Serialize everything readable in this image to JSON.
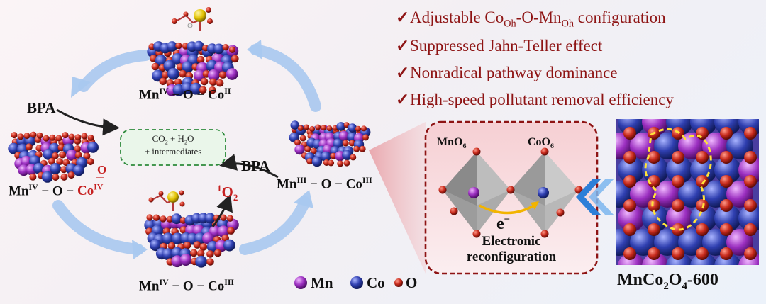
{
  "highlights": [
    {
      "prefix": "Adjustable Co",
      "sub1": "Oh",
      "mid": "-O-Mn",
      "sub2": "Oh",
      "suffix": " configuration"
    },
    {
      "text": "Suppressed Jahn-Teller effect"
    },
    {
      "text": "Nonradical pathway dominance"
    },
    {
      "text": "High-speed pollutant removal efficiency"
    }
  ],
  "cycle": {
    "top": {
      "a": "Mn",
      "a_ox": "IV",
      "bond": " − O − ",
      "b": "Co",
      "b_ox": "II"
    },
    "left": {
      "a": "Mn",
      "a_ox": "IV",
      "bond": " − O − ",
      "b": "Co",
      "b_ox": "IV"
    },
    "right": {
      "a": "Mn",
      "a_ox": "III",
      "bond": " − O − ",
      "b": "Co",
      "b_ox": "III"
    },
    "bottom": {
      "a": "Mn",
      "a_ox": "IV",
      "bond": " − O − ",
      "b": "Co",
      "b_ox": "III"
    },
    "bpa_left": "BPA",
    "bpa_right": "BPA",
    "oxo_o": "O",
    "oxo_bond": "||",
    "singlet_sup": "1",
    "singlet_base": "O",
    "singlet_sub": "2",
    "products_line1": "CO",
    "products_sub": "2",
    "products_line1_rest": " + H",
    "products_sub2": "2",
    "products_line1_end": "O",
    "products_line2": "+ intermediates"
  },
  "zoom": {
    "mno6_base": "MnO",
    "mno6_sub": "6",
    "coo6_base": "CoO",
    "coo6_sub": "6",
    "electron_base": "e",
    "electron_sup": "−",
    "caption_line1": "Electronic",
    "caption_line2": "reconfiguration"
  },
  "legend": {
    "mn": "Mn",
    "co": "Co",
    "o": "O"
  },
  "material": {
    "base1": "MnCo",
    "sub1": "2",
    "base2": "O",
    "sub2": "4",
    "suffix": "-600"
  },
  "colors": {
    "mn": "#9b2fc0",
    "co": "#2f3fb0",
    "o": "#c72a1c",
    "accent": "#8e1414",
    "arrow": "#9fc3ee"
  }
}
